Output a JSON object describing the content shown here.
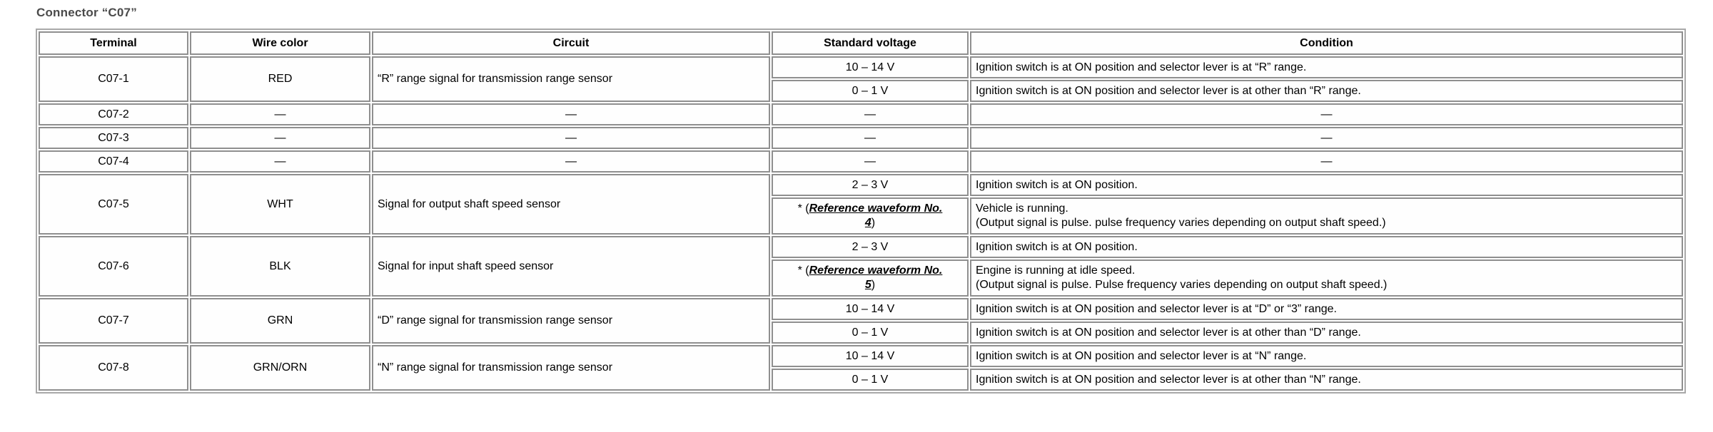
{
  "page": {
    "title": "Connector “C07”"
  },
  "table": {
    "headers": [
      "Terminal",
      "Wire color",
      "Circuit",
      "Standard voltage",
      "Condition"
    ],
    "groups": [
      {
        "terminal": "C07-1",
        "wire_color": "RED",
        "circuit": "“R” range signal for transmission range sensor",
        "entries": [
          {
            "voltage": "10 – 14 V",
            "condition": "Ignition switch is at ON position and selector lever is at “R” range."
          },
          {
            "voltage": "0 – 1 V",
            "condition": "Ignition switch is at ON position and selector lever is at other than “R” range."
          }
        ]
      },
      {
        "terminal": "C07-2",
        "wire_color": "—",
        "circuit": "—",
        "entries": [
          {
            "voltage": "—",
            "condition": "—"
          }
        ]
      },
      {
        "terminal": "C07-3",
        "wire_color": "—",
        "circuit": "—",
        "entries": [
          {
            "voltage": "—",
            "condition": "—"
          }
        ]
      },
      {
        "terminal": "C07-4",
        "wire_color": "—",
        "circuit": "—",
        "entries": [
          {
            "voltage": "—",
            "condition": "—"
          }
        ]
      },
      {
        "terminal": "C07-5",
        "wire_color": "WHT",
        "circuit": "Signal for output shaft speed sensor",
        "entries": [
          {
            "voltage": "2 – 3 V",
            "condition": "Ignition switch is at ON position."
          },
          {
            "ref": {
              "prefix": "* (",
              "link_line1": "Reference waveform No.",
              "link_line2": "4",
              "suffix": ")"
            },
            "condition_lines": [
              "Vehicle is running.",
              "(Output signal is pulse. pulse frequency varies depending on output shaft speed.)"
            ]
          }
        ]
      },
      {
        "terminal": "C07-6",
        "wire_color": "BLK",
        "circuit": "Signal for input shaft speed sensor",
        "entries": [
          {
            "voltage": "2 – 3 V",
            "condition": "Ignition switch is at ON position."
          },
          {
            "ref": {
              "prefix": "* (",
              "link_line1": "Reference waveform No.",
              "link_line2": "5",
              "suffix": ")"
            },
            "condition_lines": [
              "Engine is running at idle speed.",
              "(Output signal is pulse. Pulse frequency varies depending on output shaft speed.)"
            ]
          }
        ]
      },
      {
        "terminal": "C07-7",
        "wire_color": "GRN",
        "circuit": "“D” range signal for transmission range sensor",
        "entries": [
          {
            "voltage": "10 – 14 V",
            "condition": "Ignition switch is at ON position and selector lever is at “D” or “3” range."
          },
          {
            "voltage": "0 – 1 V",
            "condition": "Ignition switch is at ON position and selector lever is at other than “D” range."
          }
        ]
      },
      {
        "terminal": "C07-8",
        "wire_color": "GRN/ORN",
        "circuit": "“N” range signal for transmission range sensor",
        "entries": [
          {
            "voltage": "10 – 14 V",
            "condition": "Ignition switch is at ON position and selector lever is at “N” range."
          },
          {
            "voltage": "0 – 1 V",
            "condition": "Ignition switch is at ON position and selector lever is at other than “N” range."
          }
        ]
      }
    ]
  }
}
